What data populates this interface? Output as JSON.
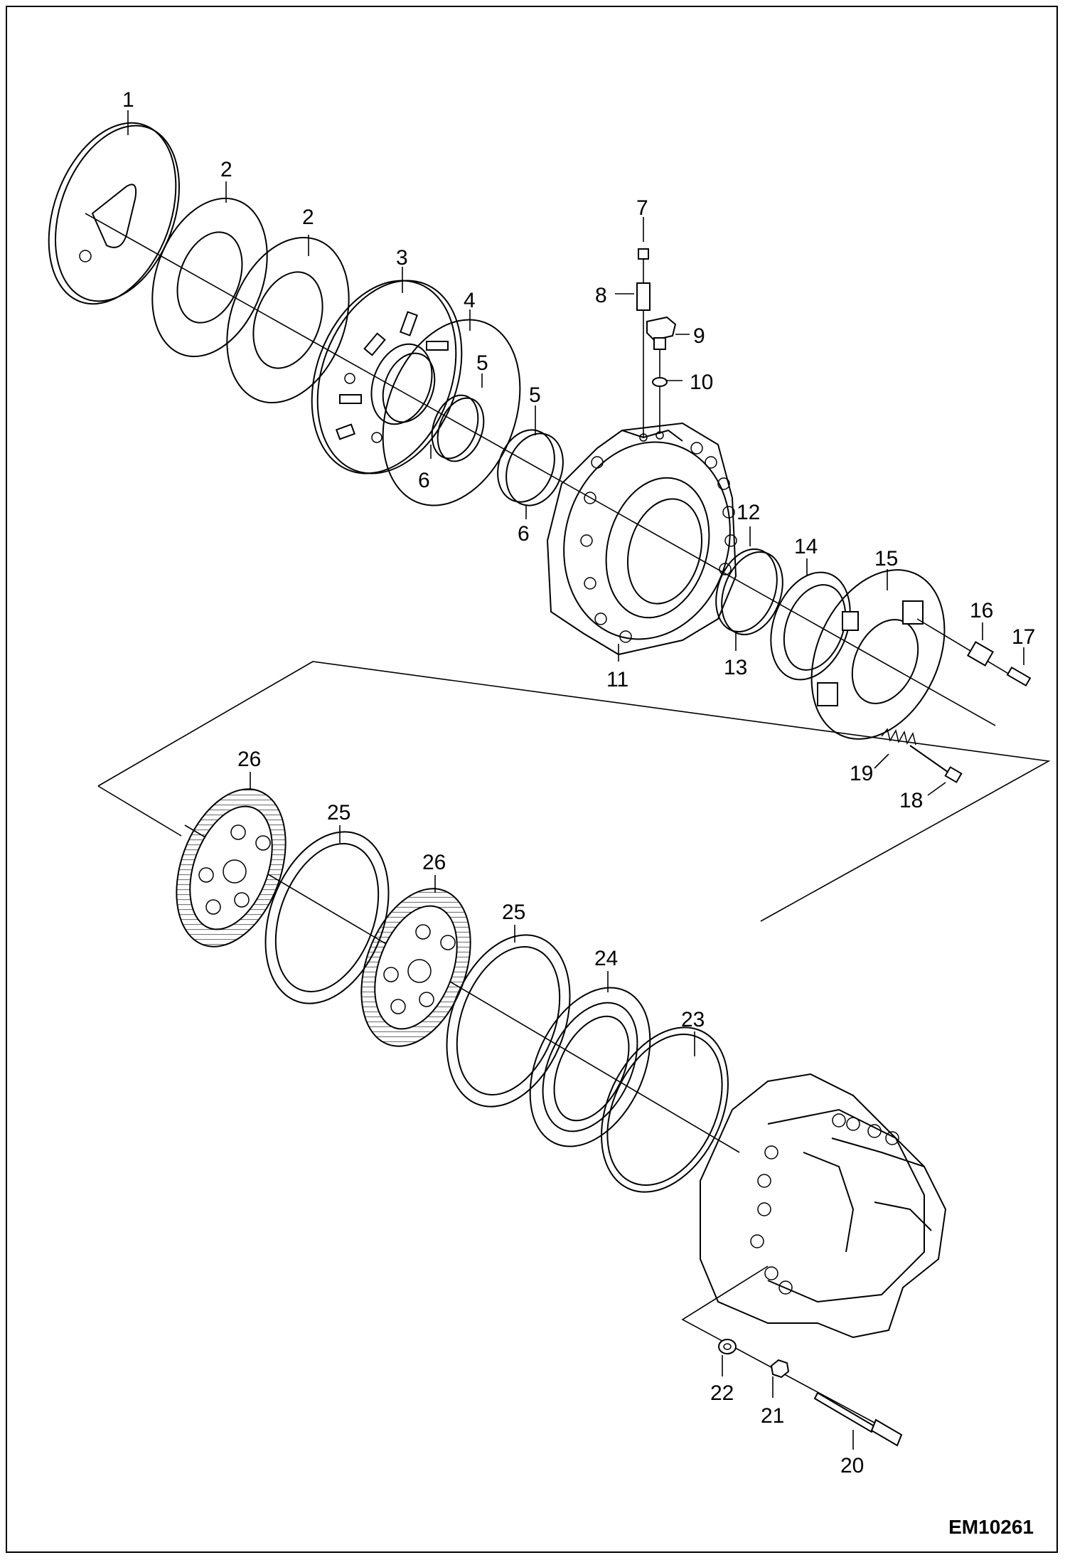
{
  "diagram": {
    "reference_code": "EM10261",
    "callouts": {
      "c1": "1",
      "c2a": "2",
      "c2b": "2",
      "c3": "3",
      "c4": "4",
      "c5a": "5",
      "c5b": "5",
      "c6a": "6",
      "c6b": "6",
      "c7": "7",
      "c8": "8",
      "c9": "9",
      "c10": "10",
      "c11": "11",
      "c12": "12",
      "c13": "13",
      "c14": "14",
      "c15": "15",
      "c16": "16",
      "c17": "17",
      "c18": "18",
      "c19": "19",
      "c20": "20",
      "c21": "21",
      "c22": "22",
      "c23": "23",
      "c24": "24",
      "c25a": "25",
      "c25b": "25",
      "c26a": "26",
      "c26b": "26"
    }
  }
}
